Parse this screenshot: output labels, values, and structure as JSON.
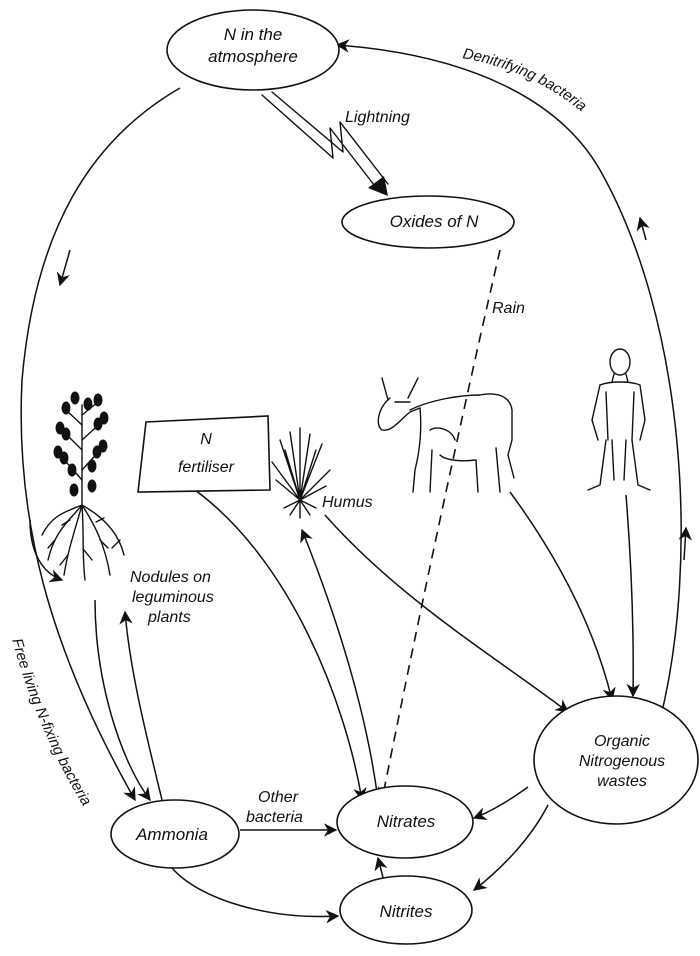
{
  "nodes": {
    "atmosphere_line1": "N in the",
    "atmosphere_line2": "atmosphere",
    "oxides": "Oxides of N",
    "fertiliser_line1": "N",
    "fertiliser_line2": "fertiliser",
    "organic_line1": "Organic",
    "organic_line2": "Nitrogenous",
    "organic_line3": "wastes",
    "ammonia": "Ammonia",
    "nitrates": "Nitrates",
    "nitrites": "Nitrites"
  },
  "labels": {
    "lightning": "Lightning",
    "rain": "Rain",
    "humus": "Humus",
    "nodules_line1": "Nodules on",
    "nodules_line2": "leguminous",
    "nodules_line3": "plants",
    "other_bacteria_line1": "Other",
    "other_bacteria_line2": "bacteria",
    "free_living": "Free living N-fixing bacteria",
    "denitrifying": "Denitrifying bacteria"
  }
}
